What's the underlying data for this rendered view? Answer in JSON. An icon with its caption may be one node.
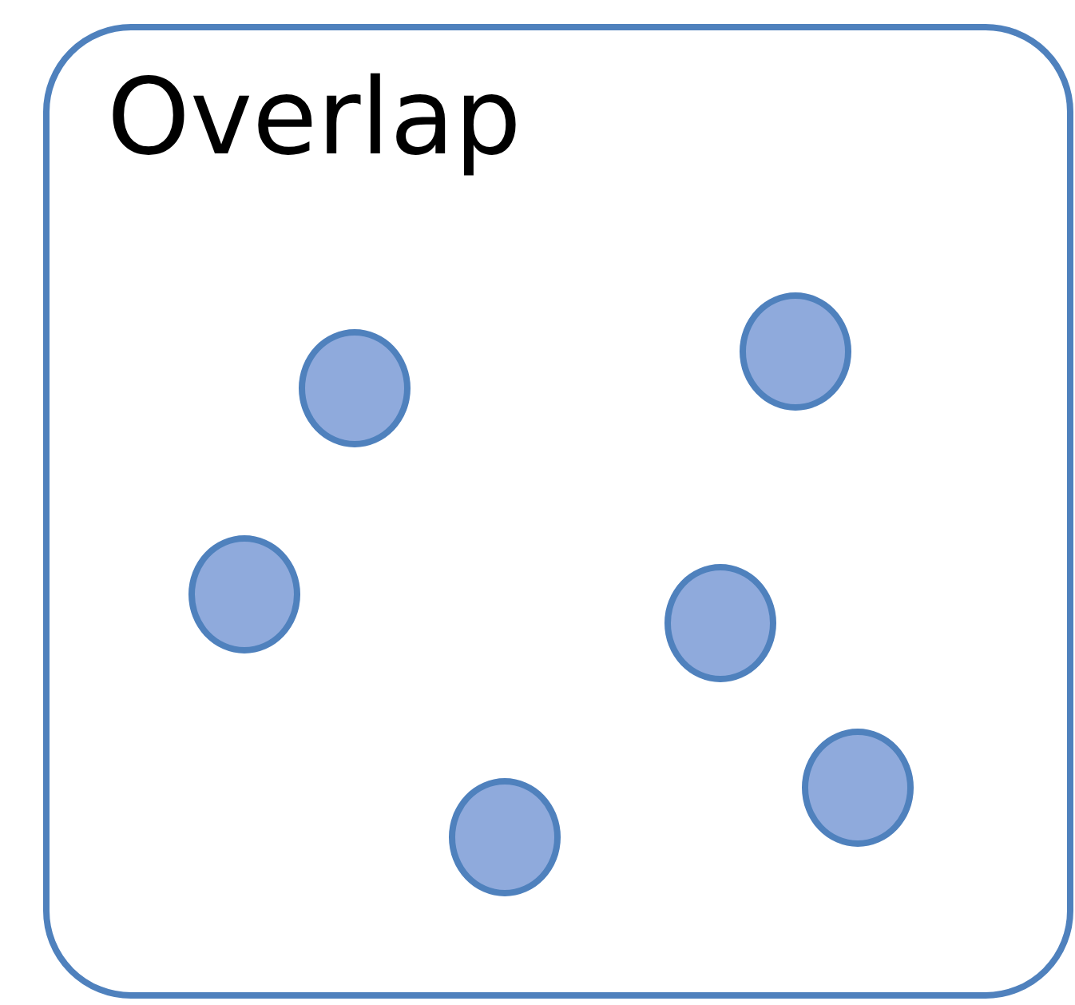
{
  "diagram": {
    "nodes": [
      {
        "text": [
          "Overlap"
        ]
      },
      {
        "text": [],
        "shape": "circle",
        "in": 0
      },
      {
        "text": [],
        "shape": "circle",
        "in": 0
      },
      {
        "text": [],
        "shape": "circle",
        "in": 0
      },
      {
        "text": [],
        "shape": "circle",
        "in": 0
      },
      {
        "text": [],
        "shape": "circle",
        "in": 0
      },
      {
        "text": [],
        "shape": "circle",
        "in": 0
      }
    ]
  }
}
